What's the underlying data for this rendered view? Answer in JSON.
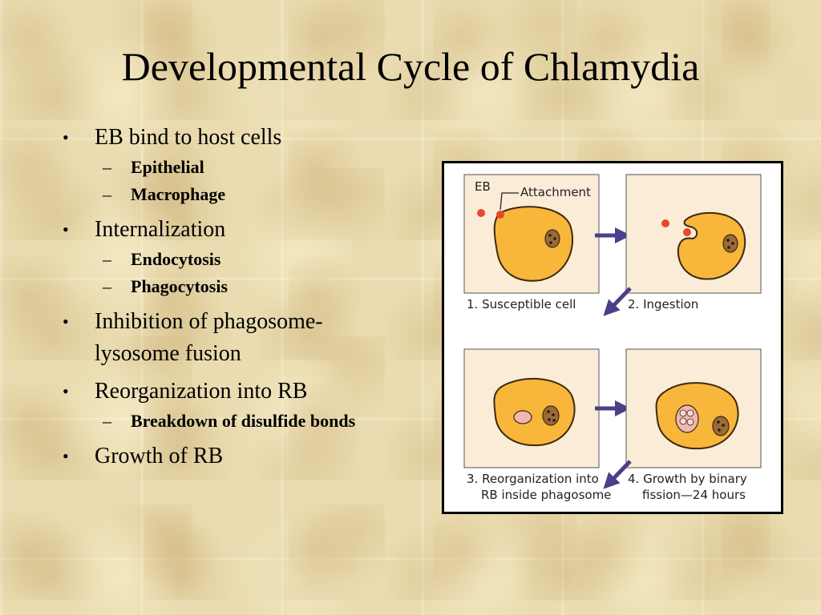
{
  "slide": {
    "title": "Developmental Cycle of Chlamydia",
    "bullets": [
      {
        "text": "EB bind to host cells",
        "sub": [
          "Epithelial",
          "Macrophage"
        ]
      },
      {
        "text": "Internalization",
        "sub": [
          "Endocytosis",
          "Phagocytosis"
        ]
      },
      {
        "text": "Inhibition of phagosome-lysosome fusion",
        "sub": []
      },
      {
        "text": "Reorganization into RB",
        "sub": [
          "Breakdown of disulfide bonds"
        ]
      },
      {
        "text": "Growth of RB",
        "sub": []
      }
    ]
  },
  "figure": {
    "label_eb": "EB",
    "label_attachment": "Attachment",
    "captions": [
      {
        "line1": "1. Susceptible cell",
        "line2": ""
      },
      {
        "line1": "2. Ingestion",
        "line2": ""
      },
      {
        "line1": "3. Reorganization into",
        "line2": "RB inside phagosome"
      },
      {
        "line1": "4. Growth by binary",
        "line2": "fission—24 hours"
      }
    ],
    "colors": {
      "panel_bg": "#fbecd8",
      "cell_fill": "#f8b63a",
      "cell_stroke": "#3a2a10",
      "nucleus_fill": "#9a6a3a",
      "eb_red": "#e8482a",
      "rb_pink": "#f2b6b0",
      "arrow": "#4a3f8a"
    }
  }
}
